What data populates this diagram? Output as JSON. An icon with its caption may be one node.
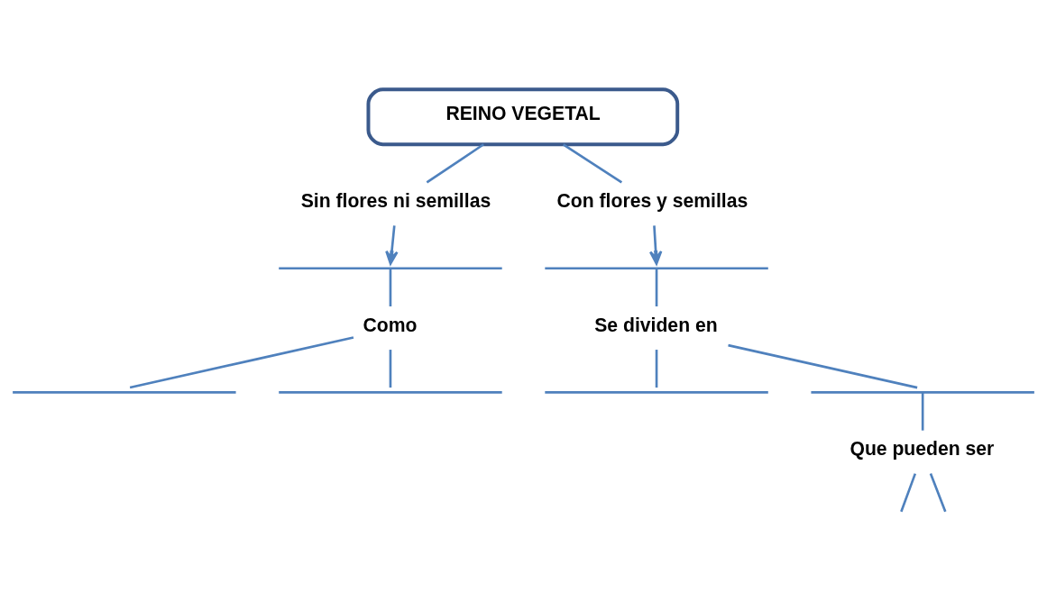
{
  "diagram": {
    "nodes": [
      {
        "text": [
          "REINO VEGETAL"
        ]
      },
      {
        "text": [
          "Sin flores ni semillas"
        ]
      },
      {
        "text": [
          "Con flores y semillas"
        ]
      },
      {
        "text": [],
        "shape": "line"
      },
      {
        "text": [],
        "shape": "line"
      },
      {
        "text": [
          "Como"
        ]
      },
      {
        "text": [
          "Se dividen en"
        ]
      },
      {
        "text": [],
        "shape": "line"
      },
      {
        "text": [],
        "shape": "line"
      },
      {
        "text": [],
        "shape": "line"
      },
      {
        "text": [],
        "shape": "line"
      },
      {
        "text": [
          "Que pueden ser"
        ]
      }
    ],
    "edges": [
      {
        "from": 0,
        "to": 1,
        "arrow": "none"
      },
      {
        "from": 0,
        "to": 2,
        "arrow": "none"
      },
      {
        "from": 1,
        "to": 3,
        "arrow": "to"
      },
      {
        "from": 2,
        "to": 4,
        "arrow": "to"
      },
      {
        "from": 3,
        "to": 5,
        "arrow": "none"
      },
      {
        "from": 4,
        "to": 6,
        "arrow": "none"
      },
      {
        "from": 5,
        "to": 7,
        "arrow": "none"
      },
      {
        "from": 5,
        "to": 8,
        "arrow": "none"
      },
      {
        "from": 6,
        "to": 9,
        "arrow": "none"
      },
      {
        "from": 6,
        "to": 10,
        "arrow": "none"
      },
      {
        "from": 10,
        "to": 11,
        "arrow": "none"
      },
      {
        "from": 11,
        "to": null,
        "arrow": "none"
      },
      {
        "from": 11,
        "to": null,
        "arrow": "none"
      }
    ]
  }
}
